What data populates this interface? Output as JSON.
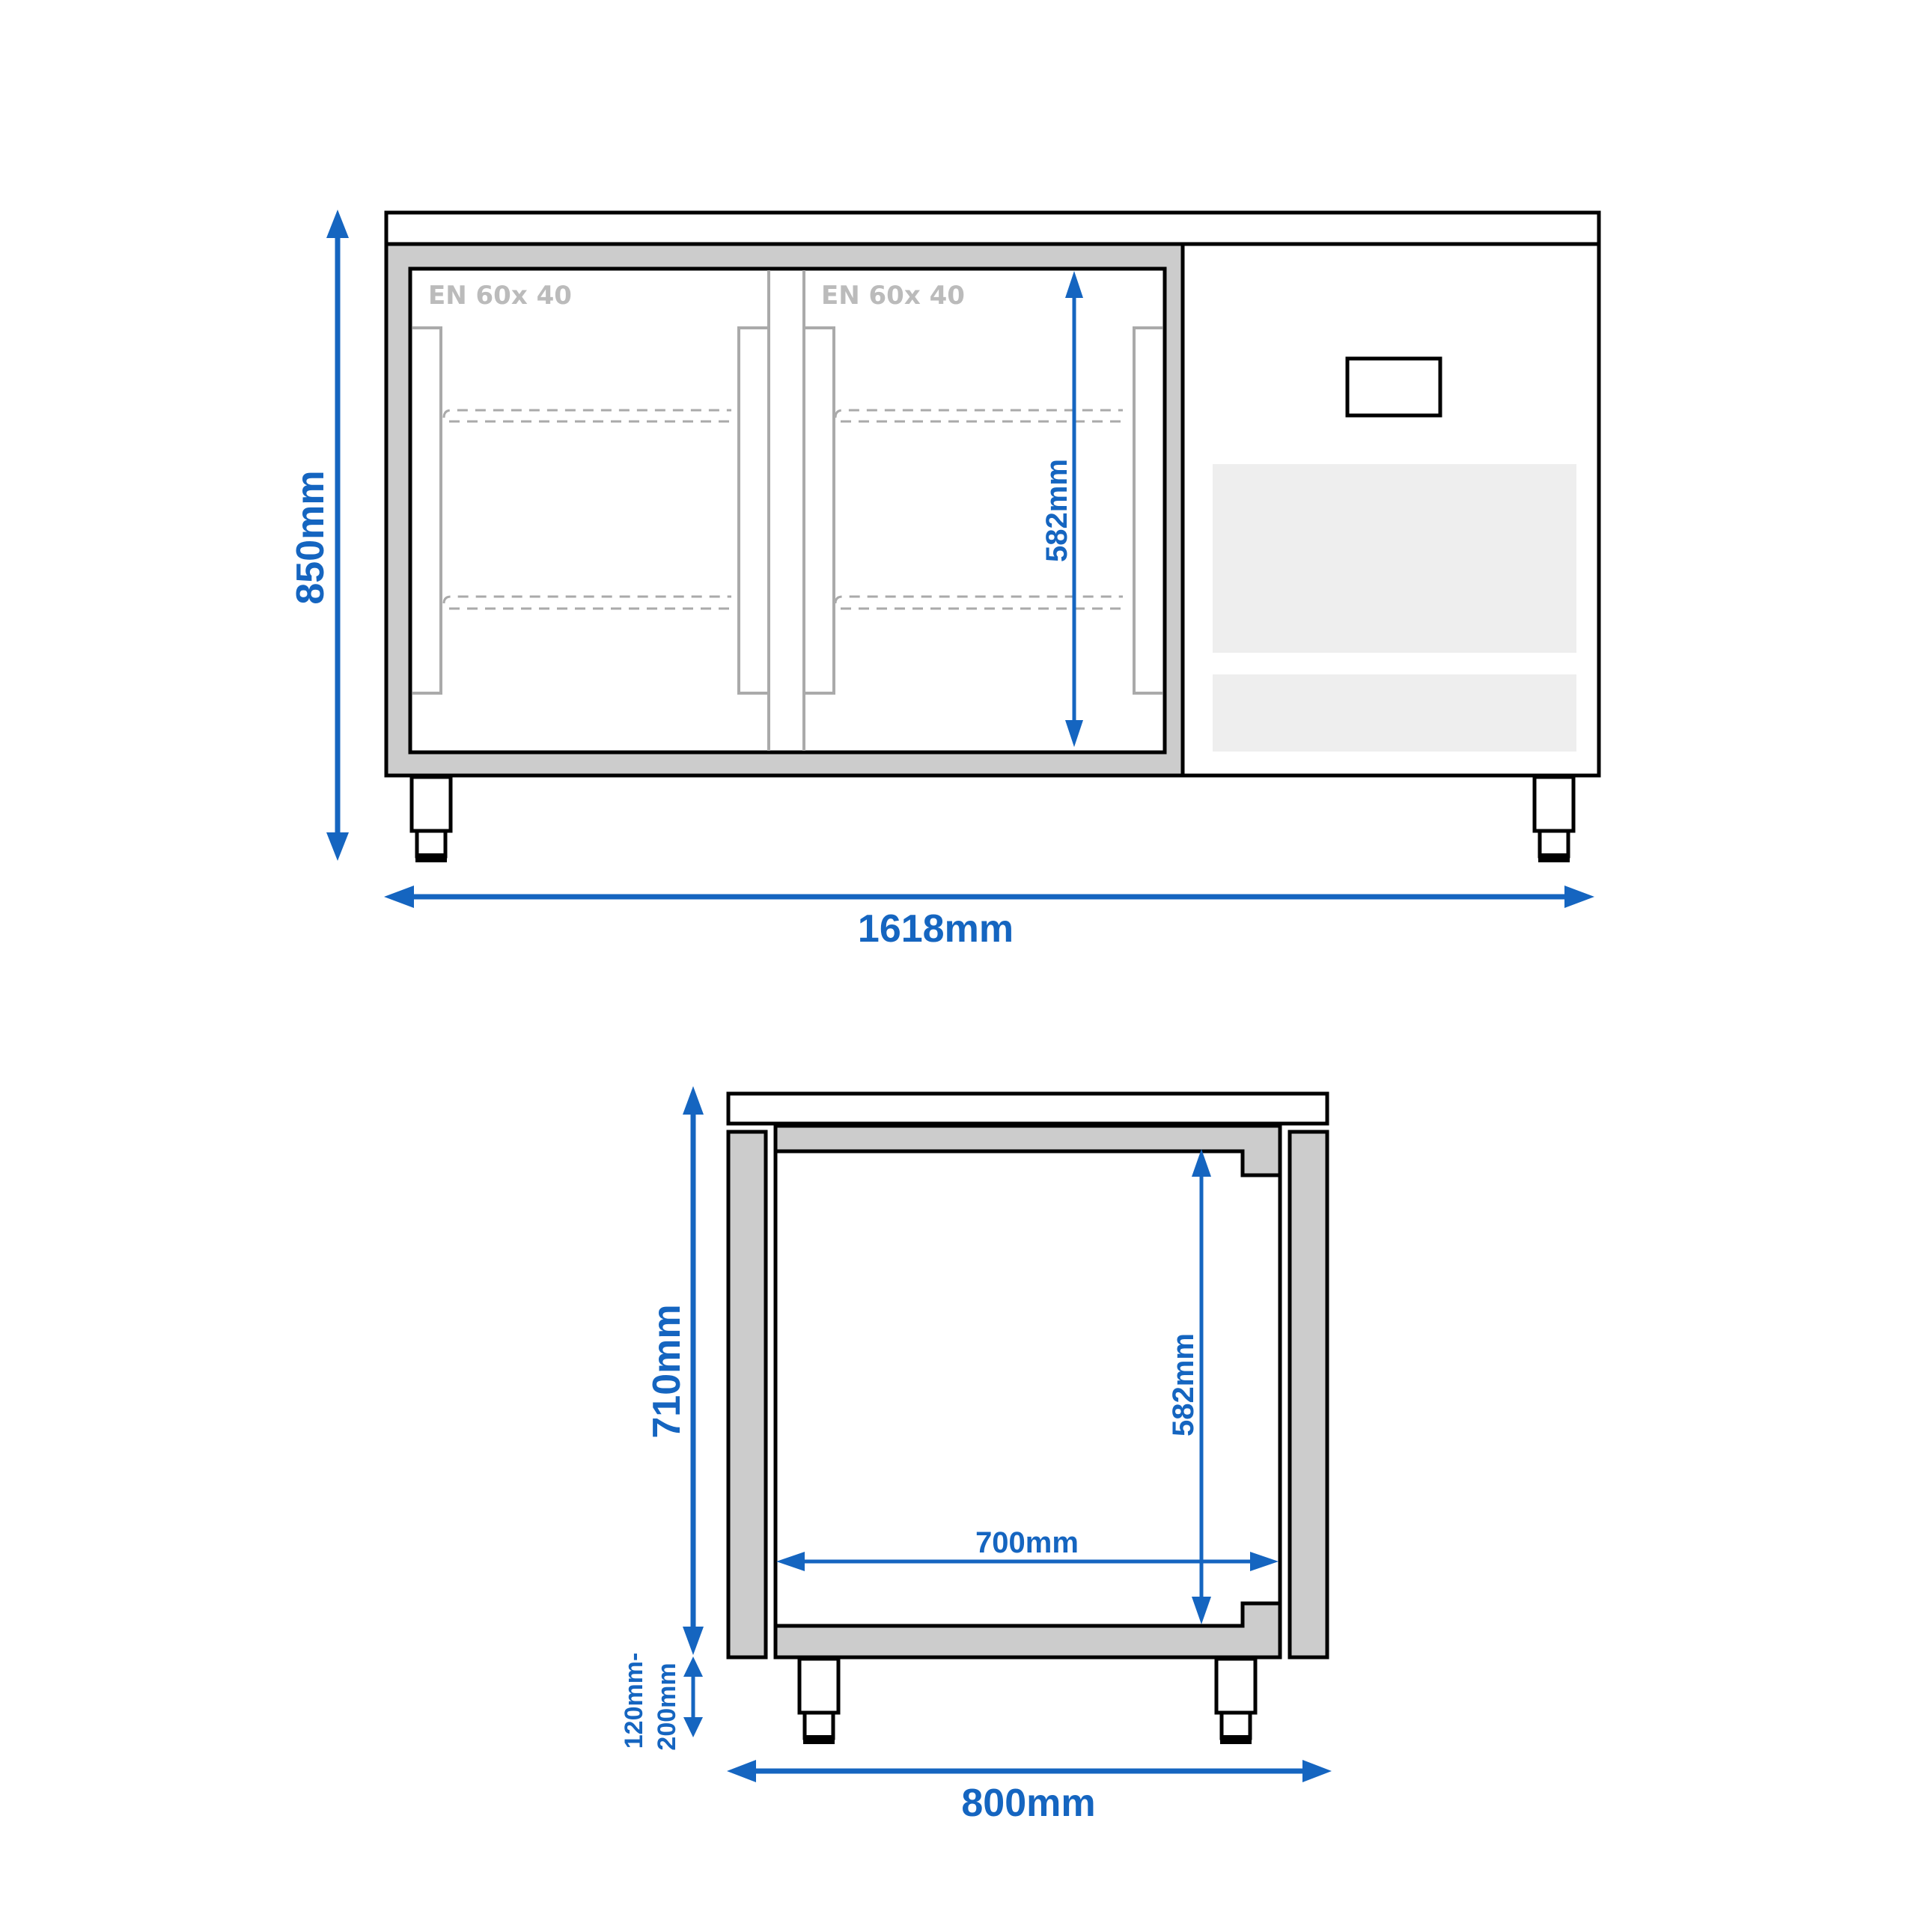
{
  "colors": {
    "dimension_blue": "#1565C0",
    "frame_gray": "#CCCCCC",
    "panel_light_gray": "#EEEEEE",
    "detail_gray": "#AAAAAA",
    "label_gray": "#BBBBBB",
    "outline": "#000000"
  },
  "front_view": {
    "height_label": "850mm",
    "width_label": "1618mm",
    "interior_height_label": "582mm",
    "doors": [
      {
        "label": "EN 60x 40"
      },
      {
        "label": "EN 60x 40"
      }
    ]
  },
  "side_view": {
    "height_label": "710mm",
    "leg_height_label_line1": "120mm-",
    "leg_height_label_line2": "200mm",
    "width_label": "800mm",
    "interior_width_label": "700mm",
    "interior_height_label": "582mm"
  }
}
